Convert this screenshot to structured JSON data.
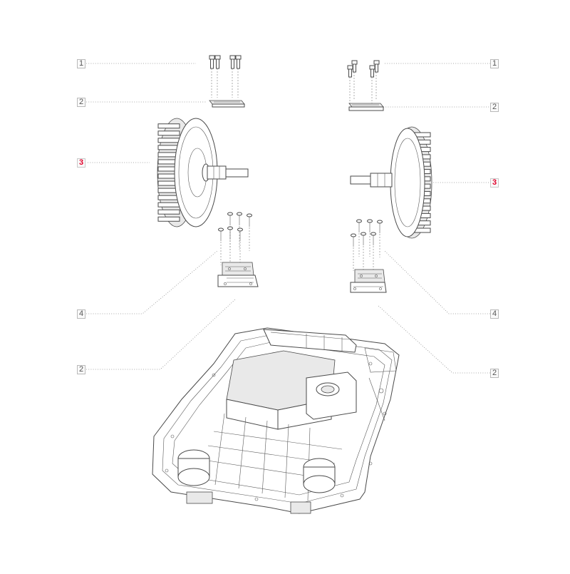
{
  "colors": {
    "highlight": "#e0002a",
    "line": "#4a4a4a",
    "leader": "#8f8f8f"
  },
  "callouts": [
    {
      "label": "1",
      "highlight": false
    },
    {
      "label": "2",
      "highlight": false
    },
    {
      "label": "3",
      "highlight": true
    },
    {
      "label": "4",
      "highlight": false
    },
    {
      "label": "2",
      "highlight": false
    },
    {
      "label": "1",
      "highlight": false
    },
    {
      "label": "2",
      "highlight": false
    },
    {
      "label": "3",
      "highlight": true
    },
    {
      "label": "4",
      "highlight": false
    },
    {
      "label": "2",
      "highlight": false
    }
  ]
}
